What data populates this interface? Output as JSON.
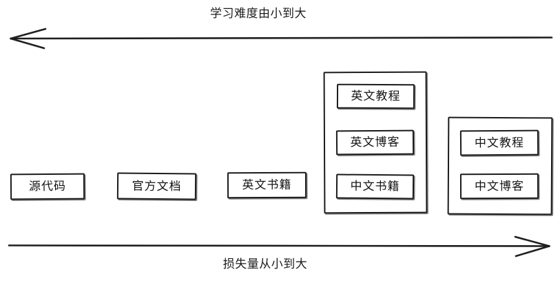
{
  "diagram": {
    "top_axis": {
      "label": "学习难度由小到大",
      "direction": "left",
      "arrow_name": "top-axis-arrow-left"
    },
    "bottom_axis": {
      "label": "损失量从小到大",
      "direction": "right",
      "arrow_name": "bottom-axis-arrow-right"
    },
    "standalone_nodes": [
      {
        "label": "源代码"
      },
      {
        "label": "官方文档"
      },
      {
        "label": "英文书籍"
      }
    ],
    "groups": [
      {
        "name": "group-one",
        "items": [
          {
            "label": "英文教程"
          },
          {
            "label": "英文博客"
          },
          {
            "label": "中文书籍"
          }
        ]
      },
      {
        "name": "group-two",
        "items": [
          {
            "label": "中文教程"
          },
          {
            "label": "中文博客"
          }
        ]
      }
    ],
    "colors": {
      "stroke": "#1a1a1a",
      "text": "#141414",
      "background": "#ffffff"
    }
  }
}
